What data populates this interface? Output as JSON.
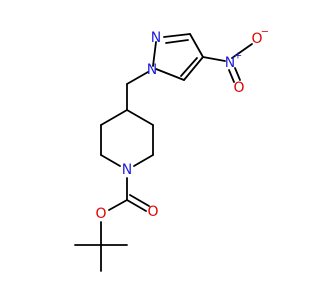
{
  "colors": {
    "background": "#ffffff",
    "carbon_bond": "#000000",
    "nitrogen": "#1f1fdc",
    "oxygen": "#e00000"
  },
  "atoms": {
    "pyrazole_n2": {
      "symbol": "N",
      "color": "#1f1fdc"
    },
    "pyrazole_n1": {
      "symbol": "N",
      "color": "#1f1fdc"
    },
    "nitro_n": {
      "symbol": "N",
      "charge": "+",
      "color": "#1f1fdc"
    },
    "nitro_o_minus": {
      "symbol": "O",
      "charge": "−",
      "color": "#e00000"
    },
    "nitro_o_double": {
      "symbol": "O",
      "color": "#e00000"
    },
    "piperidine_n": {
      "symbol": "N",
      "color": "#1f1fdc"
    },
    "carbonyl_o": {
      "symbol": "O",
      "color": "#e00000"
    },
    "ester_o": {
      "symbol": "O",
      "color": "#e00000"
    }
  }
}
